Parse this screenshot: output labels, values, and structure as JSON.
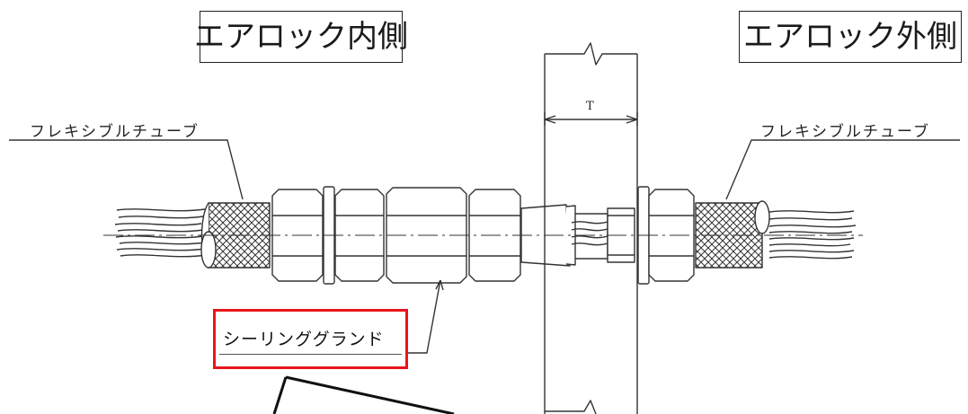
{
  "labels": {
    "inside": "エアロック内側",
    "outside": "エアロック外側",
    "tube_left": "フレキシブルチューブ",
    "tube_right": "フレキシブルチューブ",
    "thickness": "T",
    "sealing_gland": "シーリンググランド"
  },
  "colors": {
    "line": "#333333",
    "highlight": "#e8151b"
  }
}
